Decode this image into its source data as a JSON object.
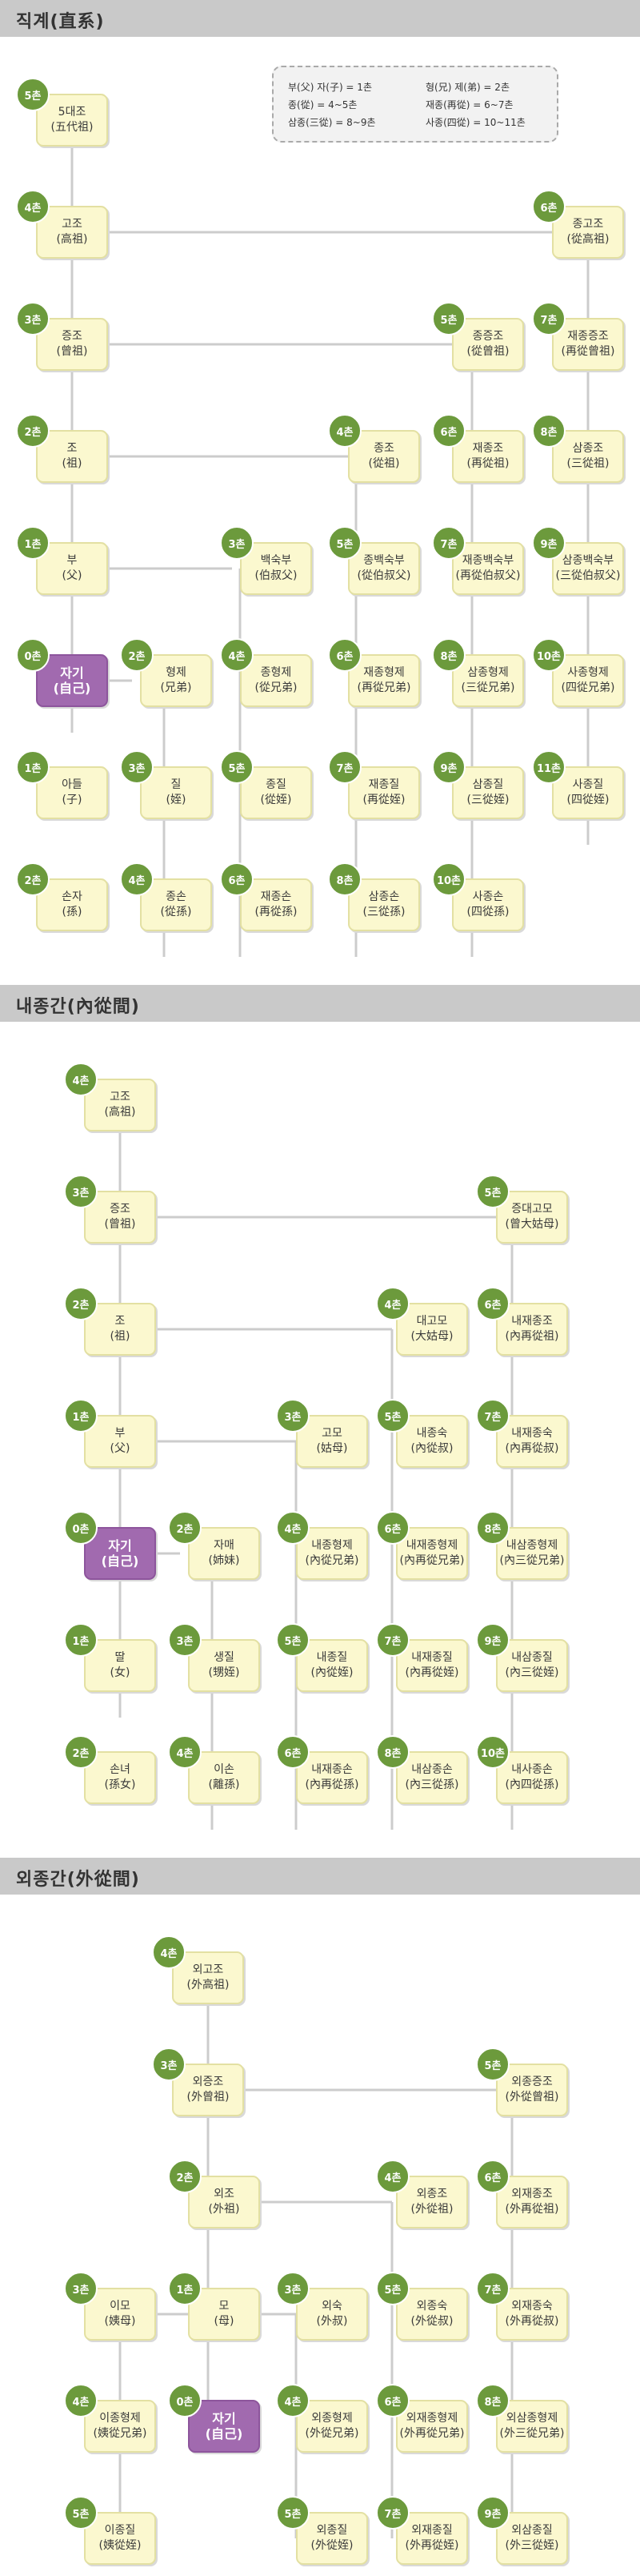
{
  "sections": [
    {
      "id": "direct",
      "title": "직계(直系)",
      "nodes": [
        {
          "id": "d_5dae",
          "name": "5대조",
          "hanja": "(五代祖)",
          "chon": "5촌"
        },
        {
          "id": "d_gojo",
          "name": "고조",
          "hanja": "(高祖)",
          "chon": "4촌"
        },
        {
          "id": "d_jonggojo",
          "name": "종고조",
          "hanja": "(從高祖)",
          "chon": "6촌"
        },
        {
          "id": "d_jeungjo",
          "name": "증조",
          "hanja": "(曾祖)",
          "chon": "3촌"
        },
        {
          "id": "d_jongjeungjo",
          "name": "종증조",
          "hanja": "(從曾祖)",
          "chon": "5촌"
        },
        {
          "id": "d_jaejongjeungjo",
          "name": "재종증조",
          "hanja": "(再從曾祖)",
          "chon": "7촌"
        },
        {
          "id": "d_jo",
          "name": "조",
          "hanja": "(祖)",
          "chon": "2촌"
        },
        {
          "id": "d_jongjo",
          "name": "종조",
          "hanja": "(從祖)",
          "chon": "4촌"
        },
        {
          "id": "d_jaejongjo",
          "name": "재종조",
          "hanja": "(再從祖)",
          "chon": "6촌"
        },
        {
          "id": "d_samjongjo",
          "name": "삼종조",
          "hanja": "(三從祖)",
          "chon": "8촌"
        },
        {
          "id": "d_bu",
          "name": "부",
          "hanja": "(父)",
          "chon": "1촌"
        },
        {
          "id": "d_baeksukbu",
          "name": "백숙부",
          "hanja": "(伯叔父)",
          "chon": "3촌"
        },
        {
          "id": "d_jongbaeksukbu",
          "name": "종백숙부",
          "hanja": "(從伯叔父)",
          "chon": "5촌"
        },
        {
          "id": "d_jaejongbaeksukbu",
          "name": "재종백숙부",
          "hanja": "(再從伯叔父)",
          "chon": "7촌"
        },
        {
          "id": "d_samjongbaeksukbu",
          "name": "삼종백숙부",
          "hanja": "(三從伯叔父)",
          "chon": "9촌"
        },
        {
          "id": "d_jagi",
          "name": "자기",
          "hanja": "(自己)",
          "chon": "0촌",
          "ego": true
        },
        {
          "id": "d_hyeongje",
          "name": "형제",
          "hanja": "(兄弟)",
          "chon": "2촌"
        },
        {
          "id": "d_jonghyeongje",
          "name": "종형제",
          "hanja": "(從兄弟)",
          "chon": "4촌"
        },
        {
          "id": "d_jaejonghyeongje",
          "name": "재종형제",
          "hanja": "(再從兄弟)",
          "chon": "6촌"
        },
        {
          "id": "d_samjonghyeongje",
          "name": "삼종형제",
          "hanja": "(三從兄弟)",
          "chon": "8촌"
        },
        {
          "id": "d_sajonghyeongje",
          "name": "사종형제",
          "hanja": "(四從兄弟)",
          "chon": "10촌"
        },
        {
          "id": "d_adeul",
          "name": "아들",
          "hanja": "(子)",
          "chon": "1촌"
        },
        {
          "id": "d_jil",
          "name": "질",
          "hanja": "(姪)",
          "chon": "3촌"
        },
        {
          "id": "d_jongjil",
          "name": "종질",
          "hanja": "(從姪)",
          "chon": "5촌"
        },
        {
          "id": "d_jaejongjil",
          "name": "재종질",
          "hanja": "(再從姪)",
          "chon": "7촌"
        },
        {
          "id": "d_samjongjil",
          "name": "삼종질",
          "hanja": "(三從姪)",
          "chon": "9촌"
        },
        {
          "id": "d_sajongjil",
          "name": "사종질",
          "hanja": "(四從姪)",
          "chon": "11촌"
        },
        {
          "id": "d_sonja",
          "name": "손자",
          "hanja": "(孫)",
          "chon": "2촌"
        },
        {
          "id": "d_jongson",
          "name": "종손",
          "hanja": "(從孫)",
          "chon": "4촌"
        },
        {
          "id": "d_jaejongson",
          "name": "재종손",
          "hanja": "(再從孫)",
          "chon": "6촌"
        },
        {
          "id": "d_samjongson",
          "name": "삼종손",
          "hanja": "(三從孫)",
          "chon": "8촌"
        },
        {
          "id": "d_sajongson",
          "name": "사종손",
          "hanja": "(四從孫)",
          "chon": "10촌"
        }
      ]
    },
    {
      "id": "maternal_inner",
      "title": "내종간(內從間)",
      "nodes": [
        {
          "id": "n_gojo",
          "name": "고조",
          "hanja": "(高祖)",
          "chon": "4촌"
        },
        {
          "id": "n_jeungjo",
          "name": "증조",
          "hanja": "(曾祖)",
          "chon": "3촌"
        },
        {
          "id": "n_jeungdaegomo",
          "name": "증대고모",
          "hanja": "(曾大姑母)",
          "chon": "5촌"
        },
        {
          "id": "n_jo",
          "name": "조",
          "hanja": "(祖)",
          "chon": "2촌"
        },
        {
          "id": "n_daegomo",
          "name": "대고모",
          "hanja": "(大姑母)",
          "chon": "4촌"
        },
        {
          "id": "n_naejaejongjo",
          "name": "내재종조",
          "hanja": "(內再從祖)",
          "chon": "6촌"
        },
        {
          "id": "n_bu",
          "name": "부",
          "hanja": "(父)",
          "chon": "1촌"
        },
        {
          "id": "n_gomo",
          "name": "고모",
          "hanja": "(姑母)",
          "chon": "3촌"
        },
        {
          "id": "n_naejongsuk",
          "name": "내종숙",
          "hanja": "(內從叔)",
          "chon": "5촌"
        },
        {
          "id": "n_naejaejongsuk",
          "name": "내재종숙",
          "hanja": "(內再從叔)",
          "chon": "7촌"
        },
        {
          "id": "n_jagi",
          "name": "자기",
          "hanja": "(自己)",
          "chon": "0촌",
          "ego": true
        },
        {
          "id": "n_jamae",
          "name": "자매",
          "hanja": "(姉妹)",
          "chon": "2촌"
        },
        {
          "id": "n_naejonghyeongje",
          "name": "내종형제",
          "hanja": "(內從兄弟)",
          "chon": "4촌"
        },
        {
          "id": "n_naejaejonghyeongje",
          "name": "내재종형제",
          "hanja": "(內再從兄弟)",
          "chon": "6촌"
        },
        {
          "id": "n_naesamjonghyeongje",
          "name": "내삼종형제",
          "hanja": "(內三從兄弟)",
          "chon": "8촌"
        },
        {
          "id": "n_ttal",
          "name": "딸",
          "hanja": "(女)",
          "chon": "1촌"
        },
        {
          "id": "n_saengjil",
          "name": "생질",
          "hanja": "(甥姪)",
          "chon": "3촌"
        },
        {
          "id": "n_naejongjil",
          "name": "내종질",
          "hanja": "(內從姪)",
          "chon": "5촌"
        },
        {
          "id": "n_naejaejongjil",
          "name": "내재종질",
          "hanja": "(內再從姪)",
          "chon": "7촌"
        },
        {
          "id": "n_naesamjongjil",
          "name": "내삼종질",
          "hanja": "(內三從姪)",
          "chon": "9촌"
        },
        {
          "id": "n_sonnyeo",
          "name": "손녀",
          "hanja": "(孫女)",
          "chon": "2촌"
        },
        {
          "id": "n_ison",
          "name": "이손",
          "hanja": "(離孫)",
          "chon": "4촌"
        },
        {
          "id": "n_naejaejongson",
          "name": "내재종손",
          "hanja": "(內再從孫)",
          "chon": "6촌"
        },
        {
          "id": "n_naesamjongson",
          "name": "내삼종손",
          "hanja": "(內三從孫)",
          "chon": "8촌"
        },
        {
          "id": "n_naesajongson",
          "name": "내사종손",
          "hanja": "(內四從孫)",
          "chon": "10촌"
        }
      ]
    },
    {
      "id": "maternal_outer",
      "title": "외종간(外從間)",
      "nodes": [
        {
          "id": "o_oegojo",
          "name": "외고조",
          "hanja": "(外高祖)",
          "chon": "4촌"
        },
        {
          "id": "o_oejeungjo",
          "name": "외증조",
          "hanja": "(外曾祖)",
          "chon": "3촌"
        },
        {
          "id": "o_oejongjeungjo",
          "name": "외종증조",
          "hanja": "(外從曾祖)",
          "chon": "5촌"
        },
        {
          "id": "o_oejo",
          "name": "외조",
          "hanja": "(外祖)",
          "chon": "2촌"
        },
        {
          "id": "o_oejongjo",
          "name": "외종조",
          "hanja": "(外從祖)",
          "chon": "4촌"
        },
        {
          "id": "o_oejaejongjo",
          "name": "외재종조",
          "hanja": "(外再從祖)",
          "chon": "6촌"
        },
        {
          "id": "o_imo",
          "name": "이모",
          "hanja": "(姨母)",
          "chon": "3촌"
        },
        {
          "id": "o_mo",
          "name": "모",
          "hanja": "(母)",
          "chon": "1촌"
        },
        {
          "id": "o_oesuk",
          "name": "외숙",
          "hanja": "(外叔)",
          "chon": "3촌"
        },
        {
          "id": "o_oejongsuk",
          "name": "외종숙",
          "hanja": "(外從叔)",
          "chon": "5촌"
        },
        {
          "id": "o_oejaejongsuk",
          "name": "외재종숙",
          "hanja": "(外再從叔)",
          "chon": "7촌"
        },
        {
          "id": "o_ijonghyeongje",
          "name": "이종형제",
          "hanja": "(姨從兄弟)",
          "chon": "4촌"
        },
        {
          "id": "o_jagi",
          "name": "자기",
          "hanja": "(自己)",
          "chon": "0촌",
          "ego": true
        },
        {
          "id": "o_oejonghyeongje",
          "name": "외종형제",
          "hanja": "(外從兄弟)",
          "chon": "4촌"
        },
        {
          "id": "o_oejaejonghyeongje",
          "name": "외재종형제",
          "hanja": "(外再從兄弟)",
          "chon": "6촌"
        },
        {
          "id": "o_oesamjonghyeongje",
          "name": "외삼종형제",
          "hanja": "(外三從兄弟)",
          "chon": "8촌"
        },
        {
          "id": "o_ijongjil",
          "name": "이종질",
          "hanja": "(姨從姪)",
          "chon": "5촌"
        },
        {
          "id": "o_oejongjil",
          "name": "외종질",
          "hanja": "(外從姪)",
          "chon": "5촌"
        },
        {
          "id": "o_oejaejongjil",
          "name": "외재종질",
          "hanja": "(外再從姪)",
          "chon": "7촌"
        },
        {
          "id": "o_oesamjongjil",
          "name": "외삼종질",
          "hanja": "(外三從姪)",
          "chon": "9촌"
        }
      ]
    }
  ],
  "legend": {
    "items": [
      "부(父) 자(子) = 1촌",
      "형(兄) 제(弟) = 2촌",
      "종(從) = 4~5촌",
      "재종(再從) = 6~7촌",
      "삼종(三從) = 8~9촌",
      "사종(四從) = 10~11촌"
    ]
  },
  "colors": {
    "node_fill": "#fbf8cf",
    "node_border": "#e3e0a2",
    "ego_fill": "#a16aaf",
    "badge": "#6c9a3c",
    "line": "#cccccc",
    "band": "#c9c9c9"
  }
}
